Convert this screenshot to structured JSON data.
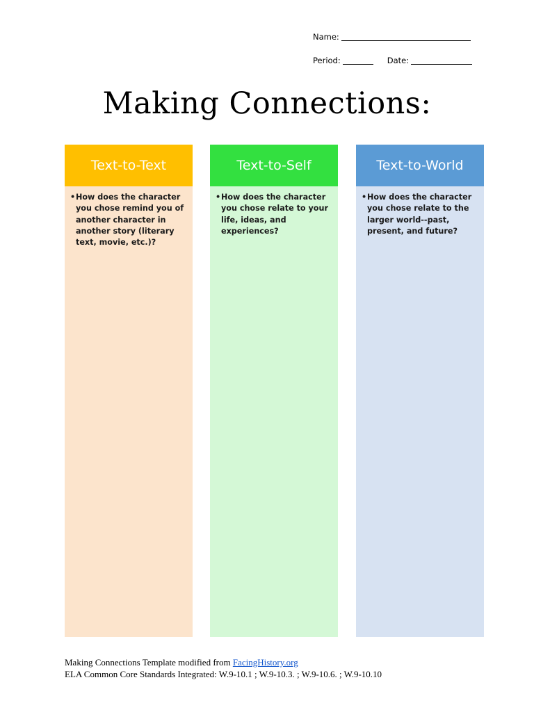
{
  "header": {
    "name_label": "Name:",
    "period_label": "Period:",
    "date_label": "Date:"
  },
  "title": "Making Connections:",
  "columns": [
    {
      "heading": "Text-to-Text",
      "prompt": "How does the character you chose remind you of another character in another story (literary text, movie, etc.)?",
      "header_color": "#FFBF00",
      "body_color": "#FCE4CC"
    },
    {
      "heading": "Text-to-Self",
      "prompt": "How does the character you chose relate to your life, ideas, and experiences?",
      "header_color": "#33E040",
      "body_color": "#D4F8D6"
    },
    {
      "heading": "Text-to-World",
      "prompt": "How does the character you chose relate to the larger world--past, present, and future?",
      "header_color": "#5B9BD5",
      "body_color": "#D7E2F2"
    }
  ],
  "footer": {
    "line1_prefix": "Making Connections Template modified from ",
    "line1_link": "FacingHistory.org",
    "line2": "ELA Common Core Standards Integrated: W.9-10.1 ; W.9-10.3. ; W.9-10.6. ; W.9-10.10"
  },
  "bullet_glyph": "•"
}
